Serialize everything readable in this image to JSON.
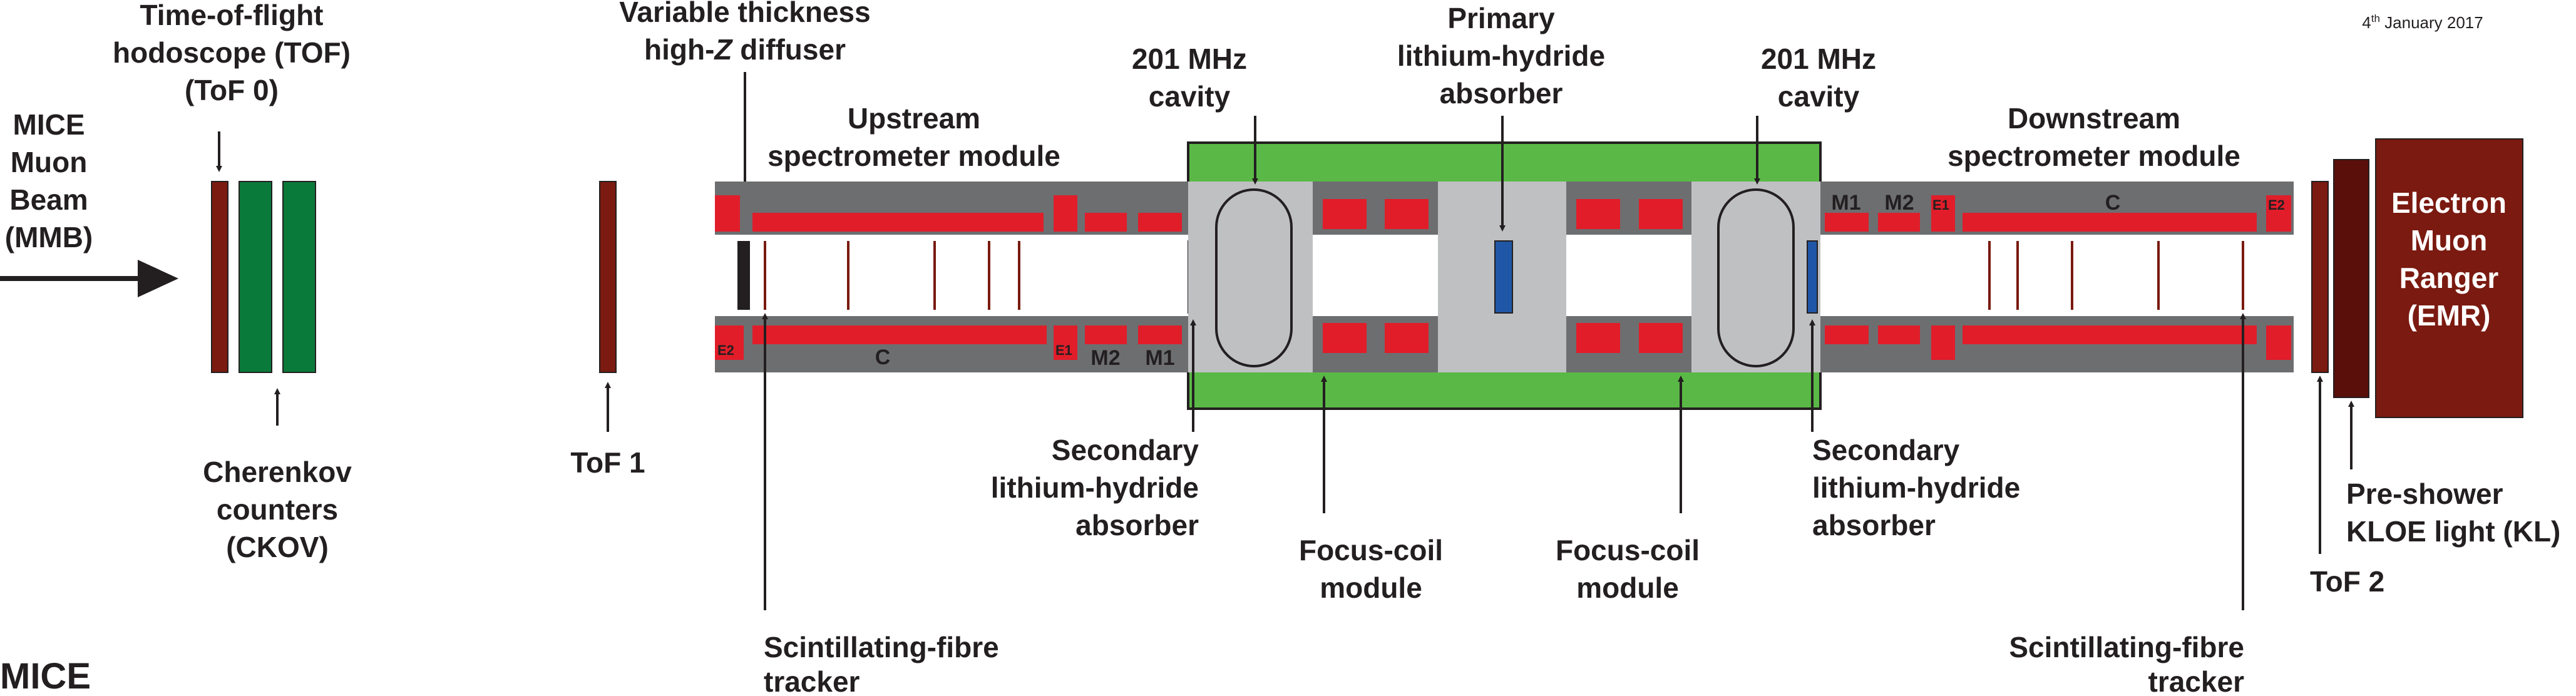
{
  "date": {
    "prefix": "4",
    "sup": "th",
    "rest": " January 2017"
  },
  "title": "MICE",
  "colors": {
    "beam_red": "#e11d2a",
    "tof_brown": "#7a1a10",
    "ckov_green": "#0a7a3b",
    "absorber_blue": "#1f57a6",
    "focus_green": "#5ab946",
    "cavity_grey": "#bfc0c2",
    "body_grey": "#6d6e70",
    "emr_red": "#7a1a10",
    "kl_red": "#5a0f0a"
  },
  "labels": {
    "mmb": [
      "MICE",
      "Muon",
      "Beam",
      "(MMB)"
    ],
    "tof0": [
      "Time-of-flight",
      "hodoscope (TOF)",
      "(ToF 0)"
    ],
    "ckov": [
      "Cherenkov",
      "counters",
      "(CKOV)"
    ],
    "tof1": "ToF 1",
    "diffuser_line1": "Variable thickness",
    "diffuser_line2_pre": "high-",
    "diffuser_line2_z": "Z",
    "diffuser_line2_post": " diffuser",
    "up_spec": [
      "Upstream",
      "spectrometer module"
    ],
    "cavity_left": [
      "201 MHz",
      "cavity"
    ],
    "primary_abs": [
      "Primary",
      "lithium-hydride",
      "absorber"
    ],
    "cavity_right": [
      "201 MHz",
      "cavity"
    ],
    "down_spec": [
      "Downstream",
      "spectrometer module"
    ],
    "secondary_left": [
      "Secondary",
      "lithium-hydride",
      "absorber"
    ],
    "focus_left": [
      "Focus-coil",
      "module"
    ],
    "focus_right": [
      "Focus-coil",
      "module"
    ],
    "secondary_right": [
      "Secondary",
      "lithium-hydride",
      "absorber"
    ],
    "scifi_left": [
      "Scintillating-fibre",
      "tracker"
    ],
    "scifi_right": [
      "Scintillating-fibre",
      "tracker"
    ],
    "tof2": "ToF 2",
    "kl": [
      "Pre-shower",
      "KLOE light (KL)"
    ],
    "emr": [
      "Electron",
      "Muon",
      "Ranger",
      "(EMR)"
    ]
  },
  "coil_codes": {
    "up_top": [
      "",
      "",
      ""
    ],
    "up_bottom": [
      "E2",
      "C",
      "E1",
      "M2",
      "M1"
    ],
    "down_top": [
      "M1",
      "M2",
      "E1",
      "C",
      "E2"
    ]
  }
}
